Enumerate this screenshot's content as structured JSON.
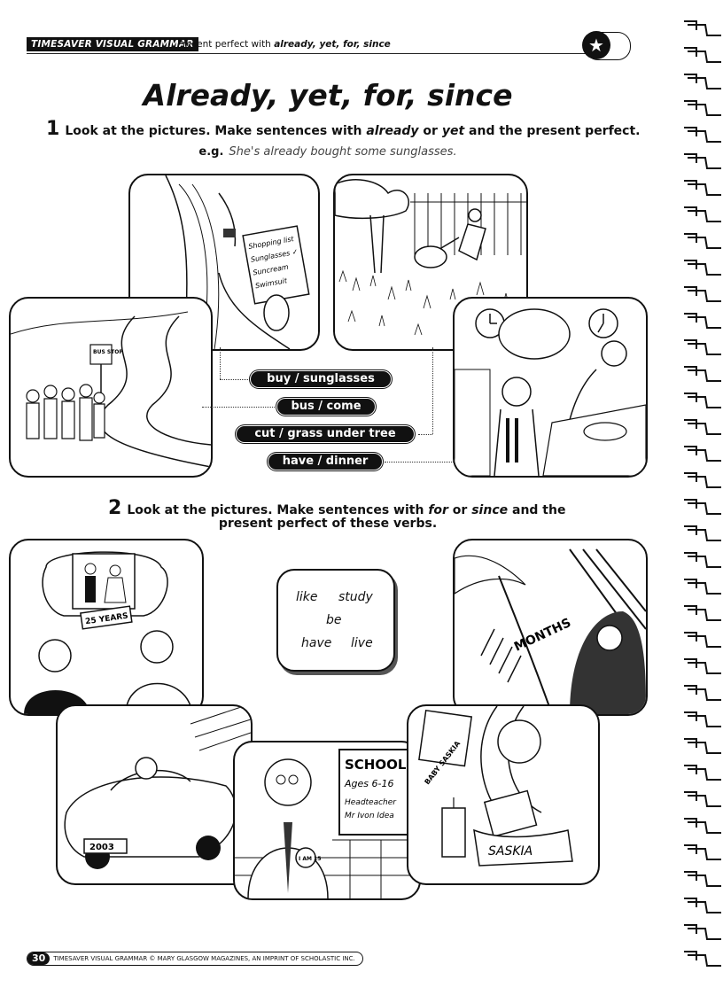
{
  "header": {
    "series_tag": "TIMESAVER VISUAL GRAMMAR",
    "subtitle_plain": "Present perfect with ",
    "subtitle_italic": "already, yet, for, since"
  },
  "title": "Already, yet, for, since",
  "exercise1": {
    "number": "1",
    "instruction_a": "Look at the pictures. Make sentences with ",
    "word1": "already",
    "instruction_b": " or ",
    "word2": "yet",
    "instruction_c": " and the present perfect.",
    "example_label": "e.g.",
    "example_text": "She's already bought some sunglasses.",
    "prompts": [
      "buy / sunglasses",
      "bus / come",
      "cut / grass under tree",
      "have / dinner"
    ],
    "shopping_list": [
      "Shopping list",
      "Sunglasses ✓",
      "Suncream",
      "Swimsuit"
    ],
    "bus_stop_sign": "BUS STOP"
  },
  "exercise2": {
    "number": "2",
    "instruction_a": "Look at the pictures. Make sentences with ",
    "word1": "for",
    "instruction_b": " or ",
    "word2": "since",
    "instruction_c": " and the",
    "instruction_d": "present perfect of these verbs.",
    "verbs": {
      "like": "like",
      "study": "study",
      "be": "be",
      "have": "have",
      "live": "live"
    },
    "panel_texts": {
      "anniversary": "25 YEARS",
      "months": "MONTHS",
      "plate": "2003",
      "school_sign": [
        "SCHOOL",
        "Ages 6-16",
        "Headteacher",
        "Mr Ivon Idea"
      ],
      "badge": "I AM 15",
      "baby": "BABY SASKIA",
      "saskia": "SASKIA"
    }
  },
  "footer": {
    "page_number": "30",
    "text": "TIMESAVER VISUAL GRAMMAR © MARY GLASGOW MAGAZINES, AN IMPRINT OF SCHOLASTIC INC."
  }
}
